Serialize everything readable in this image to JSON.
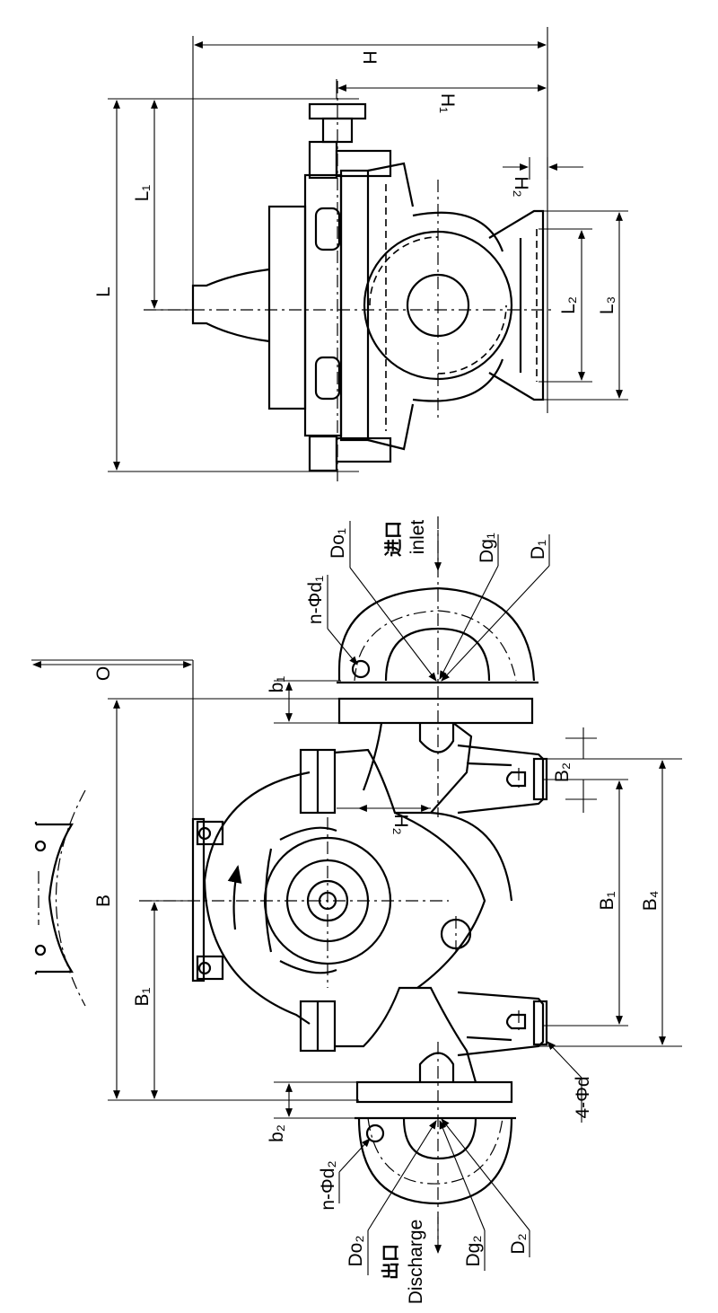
{
  "top_view": {
    "dims": {
      "H": "H",
      "H1": "H₁",
      "H2": "H₂",
      "L": "L",
      "L1": "L₁",
      "L2": "L₂",
      "L3": "L₃"
    }
  },
  "main_view": {
    "dims": {
      "O": "O",
      "B": "B",
      "B1_left": "B₁",
      "B1_right": "B₁",
      "B2": "B₂",
      "B4": "B₄",
      "H2": "H₂",
      "b1": "b₁",
      "b2": "b₂",
      "bolts": "4-Φd"
    },
    "inlet": {
      "cn": "进口",
      "en": "inlet",
      "Do1": "Do₁",
      "Dg1": "Dg₁",
      "D1": "D₁",
      "holes": "n-Φd₁"
    },
    "outlet": {
      "cn": "出口",
      "en": "Discharge",
      "Do2": "Do₂",
      "Dg2": "Dg₂",
      "D2": "D₂",
      "holes": "n-Φd₂"
    }
  }
}
